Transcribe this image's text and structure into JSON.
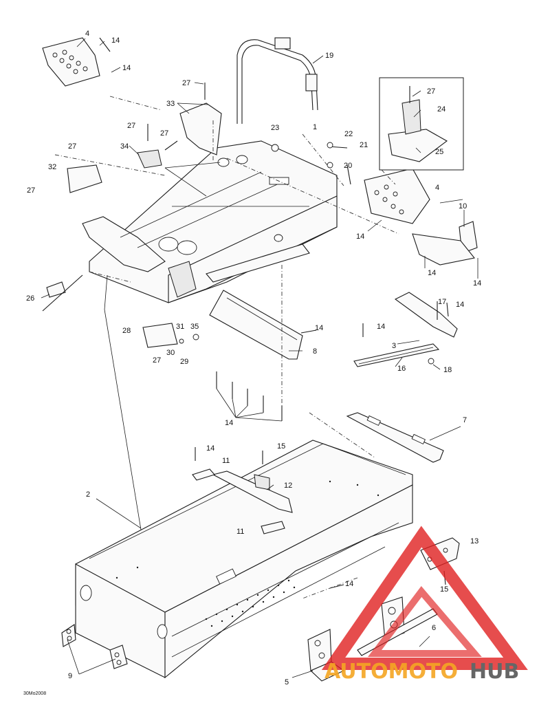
{
  "callouts": [
    "4",
    "14",
    "14",
    "19",
    "27",
    "33",
    "27",
    "27",
    "34",
    "23",
    "22",
    "21",
    "20",
    "1",
    "27",
    "32",
    "27",
    "27",
    "24",
    "25",
    "4",
    "10",
    "14",
    "14",
    "14",
    "26",
    "17",
    "14",
    "28",
    "31",
    "35",
    "30",
    "27",
    "29",
    "14",
    "8",
    "14",
    "3",
    "16",
    "18",
    "14",
    "7",
    "15",
    "14",
    "11",
    "12",
    "2",
    "11",
    "14",
    "13",
    "15",
    "6",
    "9",
    "5"
  ],
  "inset_code": "30Mo2008",
  "watermark": {
    "prefix": "AUTOMOTO",
    "suffix": "HUB",
    "prefix_color": "#f5a623",
    "suffix_color": "#666666",
    "triangle_color": "#e02020"
  }
}
